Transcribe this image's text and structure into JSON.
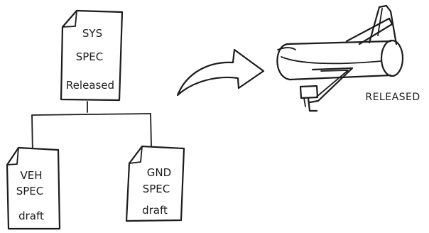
{
  "colors": {
    "ink": "#1c1c1c",
    "paper": "#ffffff"
  },
  "documents": {
    "sys": {
      "line1": "SYS",
      "line2": "SPEC",
      "status": "Released"
    },
    "veh": {
      "line1": "VEH",
      "line2": "SPEC",
      "status": "draft"
    },
    "gnd": {
      "line1": "GND",
      "line2": "SPEC",
      "status": "draft"
    }
  },
  "airplane": {
    "caption": "RELEASED",
    "icon": "airplane-icon"
  },
  "arrow": {
    "icon": "curved-arrow-icon"
  }
}
